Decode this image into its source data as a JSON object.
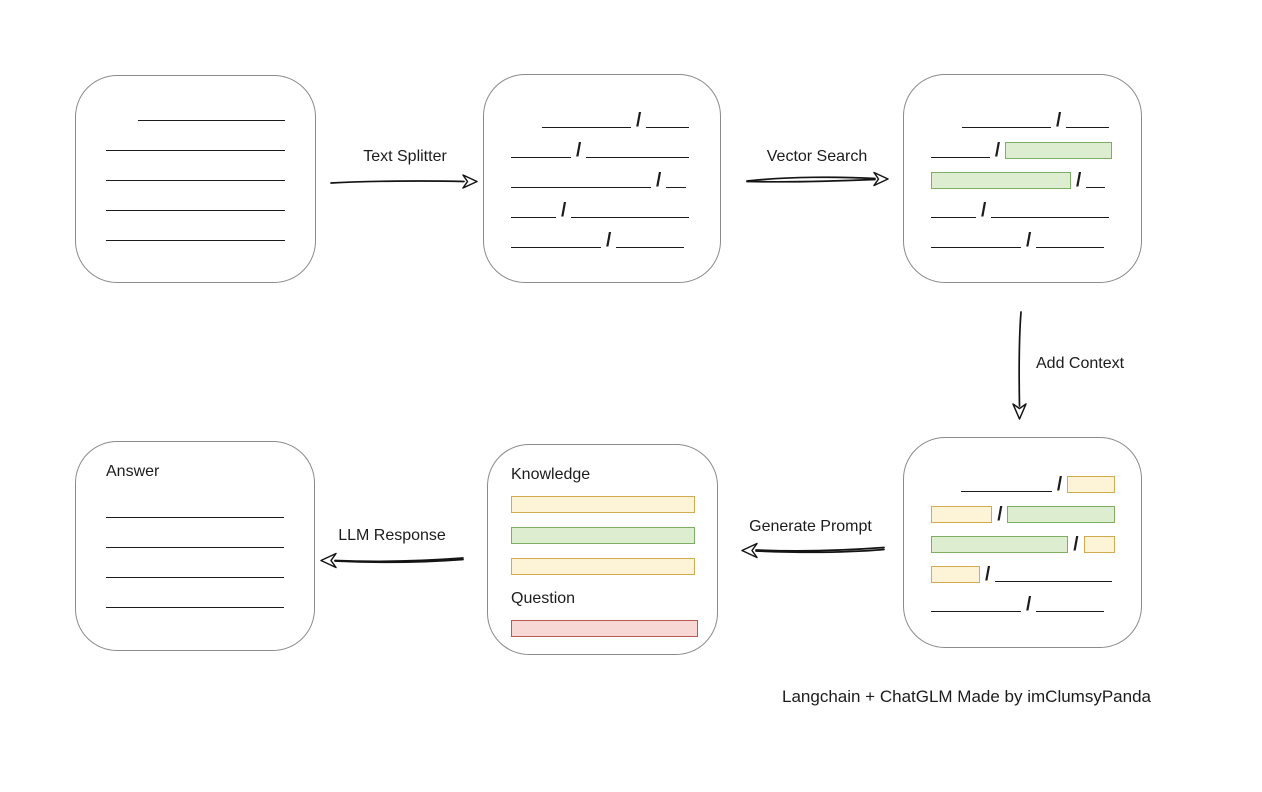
{
  "title_caption": "Langchain + ChatGLM Made by imClumsyPanda",
  "slash_char": "/",
  "colors": {
    "box_border": "#8b8b8b",
    "ink": "#1c1c1c",
    "green": {
      "fill": "#dcedd0",
      "border": "#7fad63"
    },
    "yellow": {
      "fill": "#fdf3d7",
      "border": "#d2ab51"
    },
    "red": {
      "fill": "#f8d8d5",
      "border": "#b85a54"
    }
  },
  "arrows": {
    "text_splitter": {
      "label": "Text Splitter",
      "direction": "right"
    },
    "vector_search": {
      "label": "Vector Search",
      "direction": "right"
    },
    "add_context": {
      "label": "Add Context",
      "direction": "down"
    },
    "generate_prompt": {
      "label": "Generate Prompt",
      "direction": "left"
    },
    "llm_response": {
      "label": "LLM Response",
      "direction": "left"
    }
  },
  "boxes": {
    "source_document": {
      "rows": [
        {
          "segments": [
            {
              "type": "line",
              "w": 148,
              "indent": 32
            }
          ]
        },
        {
          "segments": [
            {
              "type": "line",
              "w": 180
            }
          ]
        },
        {
          "segments": [
            {
              "type": "line",
              "w": 180
            }
          ]
        },
        {
          "segments": [
            {
              "type": "line",
              "w": 180
            }
          ]
        },
        {
          "segments": [
            {
              "type": "line",
              "w": 180
            }
          ]
        }
      ]
    },
    "split_chunks": {
      "rows": [
        {
          "segments": [
            {
              "type": "line",
              "w": 89,
              "indent": 31
            },
            {
              "type": "line",
              "w": 43
            }
          ]
        },
        {
          "segments": [
            {
              "type": "line",
              "w": 60
            },
            {
              "type": "line",
              "w": 103
            }
          ]
        },
        {
          "segments": [
            {
              "type": "line",
              "w": 140
            },
            {
              "type": "line",
              "w": 20
            }
          ]
        },
        {
          "segments": [
            {
              "type": "line",
              "w": 45
            },
            {
              "type": "line",
              "w": 118
            }
          ]
        },
        {
          "segments": [
            {
              "type": "line",
              "w": 90
            },
            {
              "type": "line",
              "w": 68
            }
          ]
        }
      ]
    },
    "matched_chunks": {
      "rows": [
        {
          "segments": [
            {
              "type": "line",
              "w": 89,
              "indent": 31
            },
            {
              "type": "line",
              "w": 43
            }
          ]
        },
        {
          "segments": [
            {
              "type": "line",
              "w": 60
            },
            {
              "type": "rect",
              "color": "green",
              "w": 107
            }
          ]
        },
        {
          "segments": [
            {
              "type": "rect",
              "color": "green",
              "w": 138
            },
            {
              "type": "line",
              "w": 19
            }
          ]
        },
        {
          "segments": [
            {
              "type": "line",
              "w": 45
            },
            {
              "type": "line",
              "w": 118
            }
          ]
        },
        {
          "segments": [
            {
              "type": "line",
              "w": 90
            },
            {
              "type": "line",
              "w": 68
            }
          ]
        }
      ]
    },
    "context_chunks": {
      "rows": [
        {
          "segments": [
            {
              "type": "line",
              "w": 93,
              "indent": 30
            },
            {
              "type": "rect",
              "color": "yellow",
              "w": 47
            }
          ]
        },
        {
          "segments": [
            {
              "type": "rect",
              "color": "yellow",
              "w": 60
            },
            {
              "type": "rect",
              "color": "green",
              "w": 107
            }
          ]
        },
        {
          "segments": [
            {
              "type": "rect",
              "color": "green",
              "w": 138
            },
            {
              "type": "rect",
              "color": "yellow",
              "w": 30
            }
          ]
        },
        {
          "segments": [
            {
              "type": "rect",
              "color": "yellow",
              "w": 47
            },
            {
              "type": "line",
              "w": 117
            }
          ]
        },
        {
          "segments": [
            {
              "type": "line",
              "w": 90
            },
            {
              "type": "line",
              "w": 68
            }
          ]
        }
      ]
    },
    "prompt": {
      "knowledge_label": "Knowledge",
      "knowledge_bars": [
        {
          "color": "yellow",
          "w": 182
        },
        {
          "color": "green",
          "w": 182
        },
        {
          "color": "yellow",
          "w": 182
        }
      ],
      "question_label": "Question",
      "question_bars": [
        {
          "color": "red",
          "w": 185
        }
      ]
    },
    "answer": {
      "label": "Answer",
      "rows": [
        {
          "segments": [
            {
              "type": "line",
              "w": 180
            }
          ]
        },
        {
          "segments": [
            {
              "type": "line",
              "w": 180
            }
          ]
        },
        {
          "segments": [
            {
              "type": "line",
              "w": 180
            }
          ]
        },
        {
          "segments": [
            {
              "type": "line",
              "w": 180
            }
          ]
        }
      ]
    }
  }
}
